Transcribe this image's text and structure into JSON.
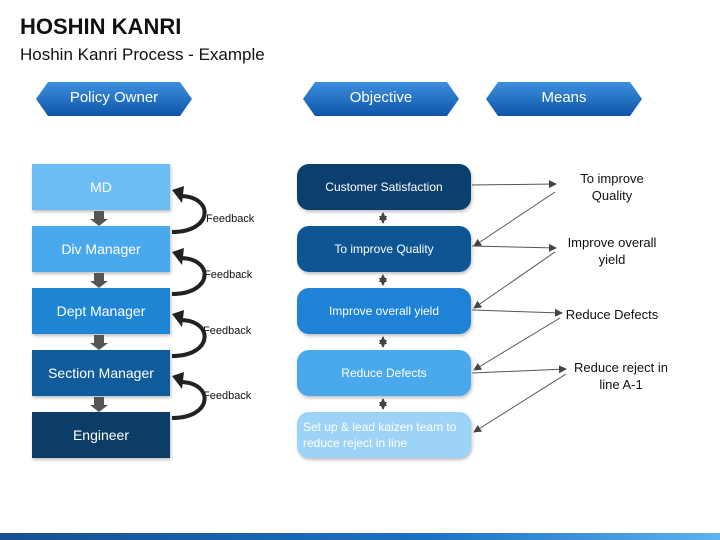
{
  "title": "HOSHIN KANRI",
  "subtitle": "Hoshin Kanri Process - Example",
  "headers": {
    "policy_owner": "Policy Owner",
    "objective": "Objective",
    "means": "Means"
  },
  "roles": [
    "MD",
    "Div Manager",
    "Dept Manager",
    "Section Manager",
    "Engineer"
  ],
  "feedback_label": "Feedback",
  "objectives": [
    "Customer Satisfaction",
    "To improve Quality",
    "Improve overall yield",
    "Reduce Defects",
    "Set up & lead kaizen team to reduce reject in line"
  ],
  "means": [
    "To improve Quality",
    "Improve overall yield",
    "Reduce Defects",
    "Reduce reject in line A-1"
  ]
}
